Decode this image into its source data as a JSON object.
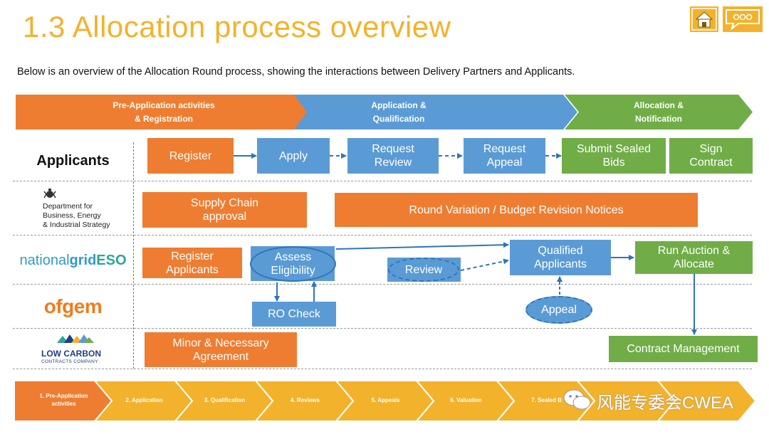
{
  "header": {
    "title": "1.3  Allocation process overview",
    "intro": "Below is an overview of the Allocation Round process, showing the interactions between Delivery Partners and Applicants."
  },
  "toolbar": {
    "home_icon": "home-icon",
    "chat_icon": "speech-bubble-icon"
  },
  "phases": [
    {
      "line1": "Pre-Application  activities",
      "line2": "& Registration",
      "color": "#ee7d31"
    },
    {
      "line1": "Application  &",
      "line2": "Qualification",
      "color": "#5b9bd5"
    },
    {
      "line1": "Allocation  &",
      "line2": "Notification",
      "color": "#70ad47"
    }
  ],
  "lanes": {
    "applicants": "Applicants",
    "beis": {
      "line1": "Department for",
      "line2": "Business, Energy",
      "line3": "& Industrial Strategy"
    },
    "ngeso": {
      "part1": "national",
      "part2": "grid",
      "part3": "ESO"
    },
    "ofgem": "ofgem",
    "lcc": {
      "name": "LOW CARBON",
      "sub": "CONTRACTS COMPANY"
    }
  },
  "boxes": {
    "register": "Register",
    "apply": "Apply",
    "request_review": {
      "l1": "Request",
      "l2": "Review"
    },
    "request_appeal": {
      "l1": "Request",
      "l2": "Appeal"
    },
    "submit_bids": {
      "l1": "Submit Sealed",
      "l2": "Bids"
    },
    "sign_contract": {
      "l1": "Sign",
      "l2": "Contract"
    },
    "supply_chain": {
      "l1": "Supply Chain",
      "l2": "approval"
    },
    "round_variation": "Round Variation / Budget Revision Notices",
    "register_applicants": {
      "l1": "Register",
      "l2": "Applicants"
    },
    "assess_eligibility": {
      "l1": "Assess",
      "l2": "Eligibility"
    },
    "review": "Review",
    "qualified_applicants": {
      "l1": "Qualified",
      "l2": "Applicants"
    },
    "run_auction": {
      "l1": "Run Auction &",
      "l2": "Allocate"
    },
    "ro_check": "RO Check",
    "appeal": "Appeal",
    "minor_agreement": {
      "l1": "Minor & Necessary",
      "l2": "Agreement"
    },
    "contract_management": "Contract Management"
  },
  "timeline": {
    "steps": [
      {
        "l1": "1. Pre-Application",
        "l2": "activities"
      },
      {
        "l1": "2. Application",
        "l2": ""
      },
      {
        "l1": "3. Qualification",
        "l2": ""
      },
      {
        "l1": "4. Reviews",
        "l2": ""
      },
      {
        "l1": "5. Appeals",
        "l2": ""
      },
      {
        "l1": "6.    Valuation",
        "l2": ""
      },
      {
        "l1": "7.       Sealed B",
        "l2": ""
      }
    ],
    "active_color": "#ee7d31",
    "inactive_color": "#f3b22b"
  },
  "watermark": {
    "text": "风能专委会CWEA",
    "icon": "wechat-icon"
  }
}
